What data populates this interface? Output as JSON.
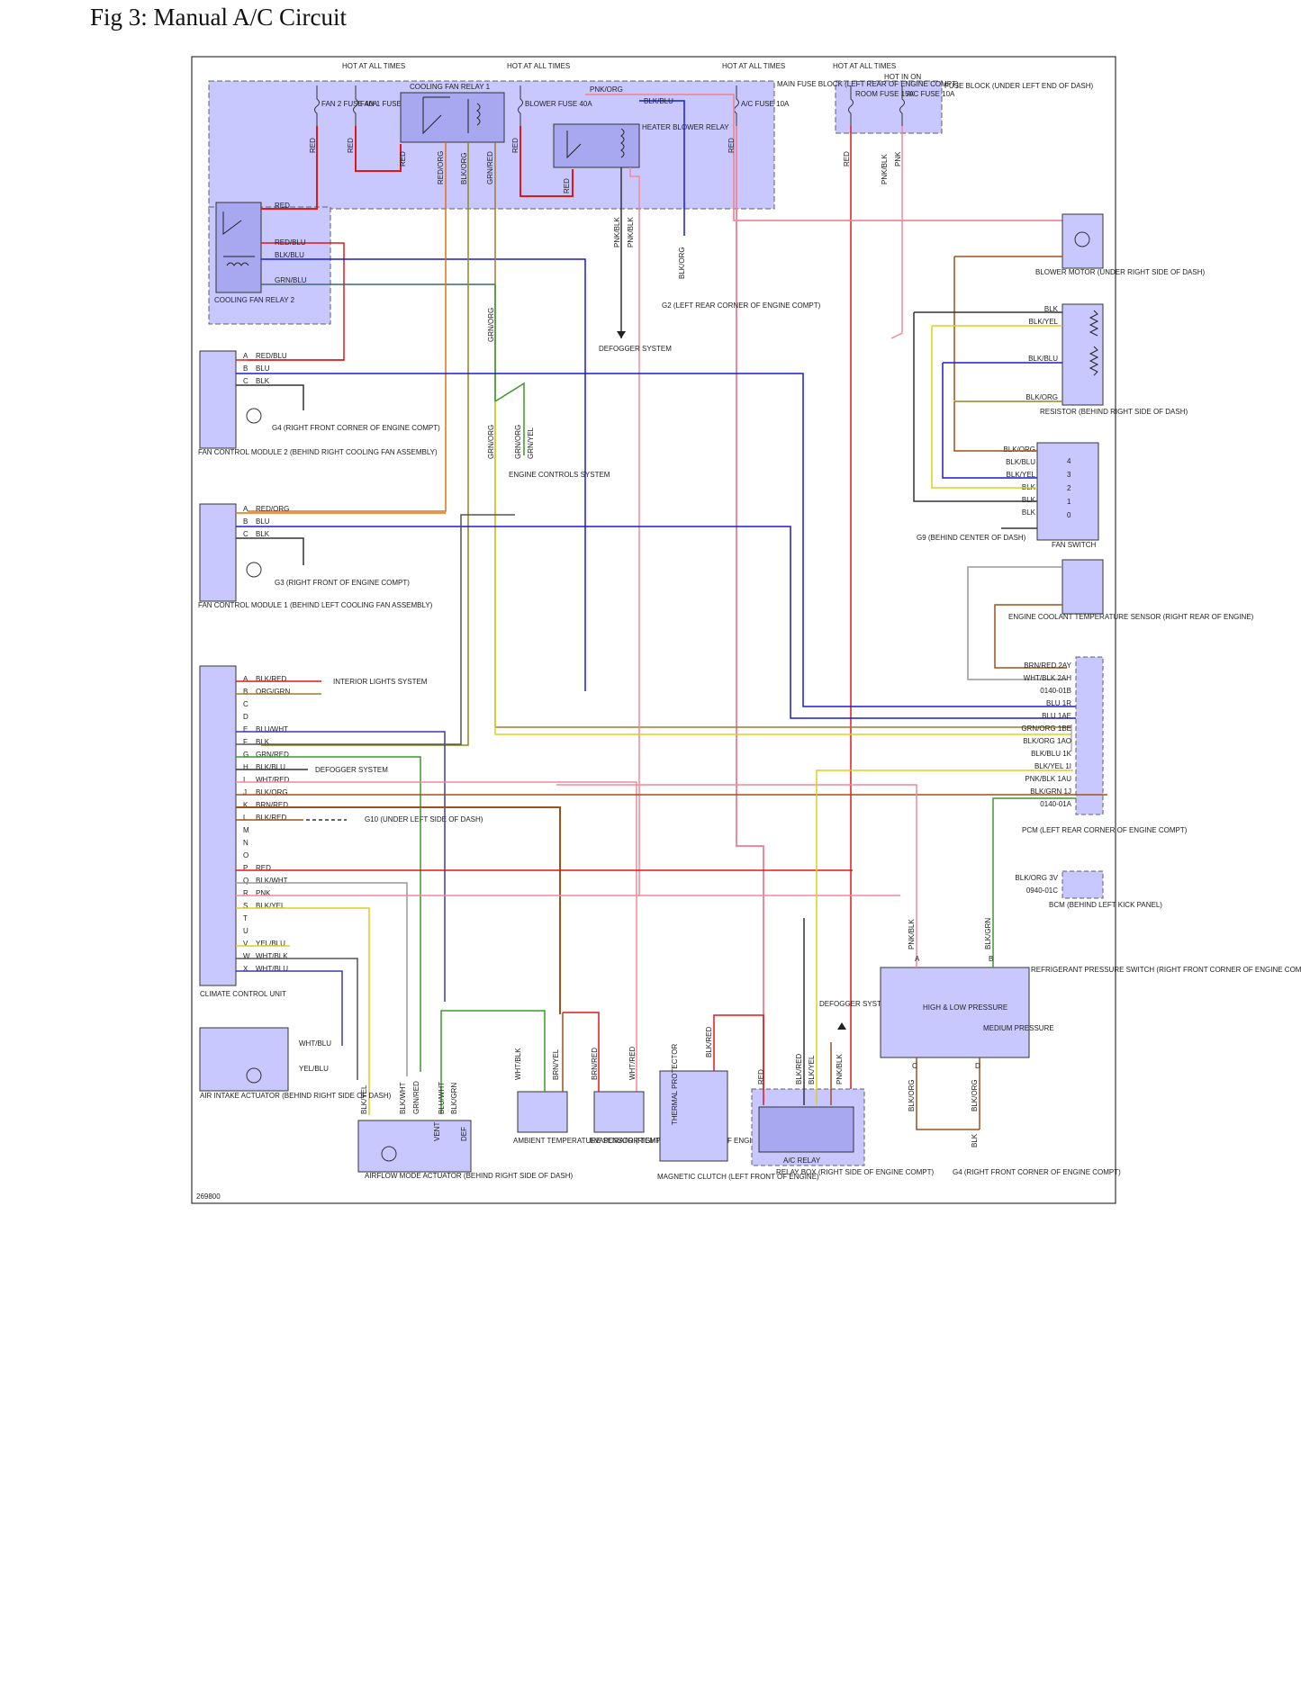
{
  "figure_title": "Fig 3: Manual A/C Circuit",
  "diagram_id": "269800",
  "colors": {
    "RED": "#e01818",
    "BLU": "#1a1ad6",
    "BLK": "#333333",
    "ORG": "#e07010",
    "GRN": "#3a9a2a",
    "YEL": "#d8d020",
    "PNK": "#f08a9a",
    "BRN": "#a0501a",
    "WHT": "#b8b8b8",
    "module_fill": "#c8c8ff",
    "module_stroke": "#606060"
  },
  "labels": {
    "hot_at_all_times": "HOT AT ALL TIMES",
    "hot_in_on": "HOT IN ON",
    "main_fuse_block": "MAIN FUSE BLOCK (LEFT REAR OF ENGINE COMPT)",
    "fuse_block_dash": "FUSE BLOCK (UNDER LEFT END OF DASH)",
    "cooling_fan_relay_1": "COOLING FAN RELAY 1",
    "cooling_fan_relay_2": "COOLING FAN RELAY 2",
    "heater_blower_relay": "HEATER BLOWER RELAY",
    "fan2_fuse": "FAN 2 FUSE 40A",
    "fan1_fuse": "FAN 1 FUSE 40A",
    "blower_fuse": "BLOWER FUSE 40A",
    "ac_fuse_main": "A/C FUSE 10A",
    "room_fuse": "ROOM FUSE 15A",
    "ac_fuse_dash": "A/C FUSE 10A",
    "g2": "G2 (LEFT REAR CORNER OF ENGINE COMPT)",
    "defogger_system": "DEFOGGER SYSTEM",
    "engine_controls": "ENGINE CONTROLS SYSTEM",
    "g4_fcm2": "G4 (RIGHT FRONT CORNER OF ENGINE COMPT)",
    "g3": "G3 (RIGHT FRONT OF ENGINE COMPT)",
    "fcm2": "FAN CONTROL MODULE 2 (BEHIND RIGHT COOLING FAN ASSEMBLY)",
    "fcm1": "FAN CONTROL MODULE 1 (BEHIND LEFT COOLING FAN ASSEMBLY)",
    "blower_motor": "BLOWER MOTOR (UNDER RIGHT SIDE OF DASH)",
    "resistor": "RESISTOR (BEHIND RIGHT SIDE OF DASH)",
    "fan_switch": "FAN SWITCH",
    "g9": "G9 (BEHIND CENTER OF DASH)",
    "ect_sensor": "ENGINE COOLANT TEMPERATURE SENSOR (RIGHT REAR OF ENGINE)",
    "pcm": "PCM (LEFT REAR CORNER OF ENGINE COMPT)",
    "bcm": "BCM (BEHIND LEFT KICK PANEL)",
    "interior_lights": "INTERIOR LIGHTS SYSTEM",
    "g10": "G10 (UNDER LEFT SIDE OF DASH)",
    "climate_control_unit": "CLIMATE CONTROL UNIT",
    "air_intake_actuator": "AIR INTAKE ACTUATOR (BEHIND RIGHT SIDE OF DASH)",
    "airflow_mode_actuator": "AIRFLOW MODE ACTUATOR (BEHIND RIGHT SIDE OF DASH)",
    "ambient_sensor": "AMBIENT TEMPERATURE SENSOR (RIGHT FRONT CORNER OF ENGINE COMPT)",
    "evap_sensor": "EVAPORATOR TEMPERATURE SENSOR",
    "thermal_protector": "THERMAL PROTECTOR",
    "magnetic_clutch": "MAGNETIC CLUTCH (LEFT FRONT OF ENGINE)",
    "ac_relay": "A/C RELAY",
    "relay_box": "RELAY BOX (RIGHT SIDE OF ENGINE COMPT)",
    "refrig_switch": "REFRIGERANT PRESSURE SWITCH (RIGHT FRONT CORNER OF ENGINE COMPT)",
    "high_low": "HIGH & LOW PRESSURE",
    "medium": "MEDIUM PRESSURE",
    "g4_bottom": "G4 (RIGHT FRONT CORNER OF ENGINE COMPT)",
    "vent": "VENT",
    "def": "DEF"
  },
  "fcm2_pins": [
    [
      "A",
      "RED/BLU"
    ],
    [
      "B",
      "BLU"
    ],
    [
      "C",
      "BLK"
    ]
  ],
  "fcm1_pins": [
    [
      "A",
      "RED/ORG"
    ],
    [
      "B",
      "BLU"
    ],
    [
      "C",
      "BLK"
    ]
  ],
  "ccu_pins": [
    [
      "A",
      "BLK/RED"
    ],
    [
      "B",
      "ORG/GRN"
    ],
    [
      "C",
      ""
    ],
    [
      "D",
      ""
    ],
    [
      "E",
      "BLU/WHT"
    ],
    [
      "F",
      "BLK"
    ],
    [
      "G",
      "GRN/RED"
    ],
    [
      "H",
      "BLK/BLU"
    ],
    [
      "I",
      "WHT/RED"
    ],
    [
      "J",
      "BLK/ORG"
    ],
    [
      "K",
      "BRN/RED"
    ],
    [
      "L",
      "BLK/RED"
    ],
    [
      "M",
      ""
    ],
    [
      "N",
      ""
    ],
    [
      "O",
      ""
    ],
    [
      "P",
      "RED"
    ],
    [
      "Q",
      "BLK/WHT"
    ],
    [
      "R",
      "PNK"
    ],
    [
      "S",
      "BLK/YEL"
    ],
    [
      "T",
      ""
    ],
    [
      "U",
      ""
    ],
    [
      "V",
      "YEL/BLU"
    ],
    [
      "W",
      "WHT/BLK"
    ],
    [
      "X",
      "WHT/BLU"
    ]
  ],
  "pcm_pins": [
    [
      "BRN/RED",
      "2AY"
    ],
    [
      "WHT/BLK",
      "2AH"
    ],
    [
      "",
      "0140-01B"
    ],
    [
      "BLU",
      "1R"
    ],
    [
      "BLU",
      "1AE"
    ],
    [
      "GRN/ORG",
      "1BE"
    ],
    [
      "BLK/ORG",
      "1AO"
    ],
    [
      "BLK/BLU",
      "1K"
    ],
    [
      "BLK/YEL",
      "1I"
    ],
    [
      "PNK/BLK",
      "1AU"
    ],
    [
      "BLK/GRN",
      "1J"
    ],
    [
      "",
      "0140-01A"
    ]
  ],
  "bcm_pins": [
    [
      "BLK/ORG",
      "3V"
    ],
    [
      "",
      "0940-01C"
    ]
  ],
  "fan_switch_wires": [
    "BLK/ORG",
    "BLK/BLU",
    "BLK/YEL",
    "BLK",
    "BLK",
    "BLK"
  ],
  "fan_switch_positions": [
    "4",
    "3",
    "2",
    "1",
    "0"
  ],
  "resistor_wires": [
    "BLK",
    "BLK/YEL",
    "BLK/BLU",
    "BLK/ORG"
  ],
  "top_wires": {
    "red": "RED",
    "red_blu": "RED/BLU",
    "blk_blu": "BLK/BLU",
    "grn_blu": "GRN/BLU",
    "pnk_org": "PNK/ORG",
    "blk_red": "BLK/RED",
    "red_org": "RED/ORG",
    "blk_org": "BLK/ORG",
    "grn_red": "GRN/RED",
    "pnk_blk": "PNK/BLK",
    "pnk": "PNK",
    "grn_org": "GRN/ORG",
    "grn_yel": "GRN/YEL",
    "wht_red": "WHT/RED",
    "brn_red": "BRN/RED",
    "blk_yel": "BLK/YEL",
    "wht_blu": "WHT/BLU",
    "yel_blu": "YEL/BLU",
    "blk_wht": "BLK/WHT",
    "blu_wht": "BLU/WHT",
    "blk_grn": "BLK/GRN",
    "wht_blk": "WHT/BLK",
    "brn_yel": "BRN/YEL",
    "blk": "BLK"
  },
  "pin_letters": {
    "a": "A",
    "b": "B",
    "c": "C",
    "d": "D"
  }
}
